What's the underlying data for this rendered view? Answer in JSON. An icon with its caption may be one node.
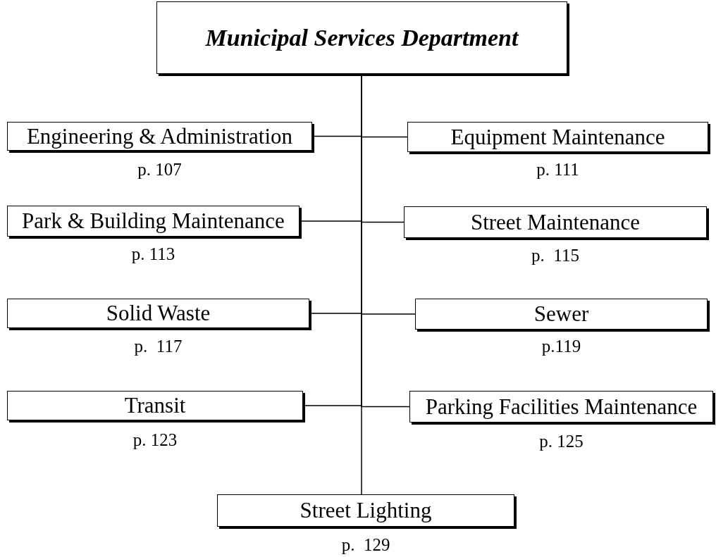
{
  "diagram": {
    "nodes": [
      {
        "text": [
          "Municipal Services Department"
        ]
      },
      {
        "text": [
          "Engineering & Administration"
        ],
        "beside": [
          "p. 107"
        ]
      },
      {
        "text": [
          "Equipment Maintenance"
        ],
        "beside": [
          "p. 111"
        ]
      },
      {
        "text": [
          "Park & Building Maintenance"
        ],
        "beside": [
          "p. 113"
        ]
      },
      {
        "text": [
          "Street Maintenance"
        ],
        "beside": [
          "p.  115"
        ]
      },
      {
        "text": [
          "Solid Waste"
        ],
        "beside": [
          "p.  117"
        ]
      },
      {
        "text": [
          "Sewer"
        ],
        "beside": [
          "p.119"
        ]
      },
      {
        "text": [
          "Transit"
        ],
        "beside": [
          "p. 123"
        ]
      },
      {
        "text": [
          "Parking Facilities Maintenance"
        ],
        "beside": [
          "p. 125"
        ]
      },
      {
        "text": [
          "Street Lighting"
        ],
        "beside": [
          "p.  129"
        ]
      }
    ],
    "edges": [
      {
        "from": 0,
        "to": 1,
        "arrow": "none"
      },
      {
        "from": 0,
        "to": 2,
        "arrow": "none"
      },
      {
        "from": 0,
        "to": 3,
        "arrow": "none"
      },
      {
        "from": 0,
        "to": 4,
        "arrow": "none"
      },
      {
        "from": 0,
        "to": 5,
        "arrow": "none"
      },
      {
        "from": 0,
        "to": 6,
        "arrow": "none"
      },
      {
        "from": 0,
        "to": 7,
        "arrow": "none"
      },
      {
        "from": 0,
        "to": 8,
        "arrow": "none"
      },
      {
        "from": 0,
        "to": 9,
        "arrow": "none"
      }
    ]
  }
}
